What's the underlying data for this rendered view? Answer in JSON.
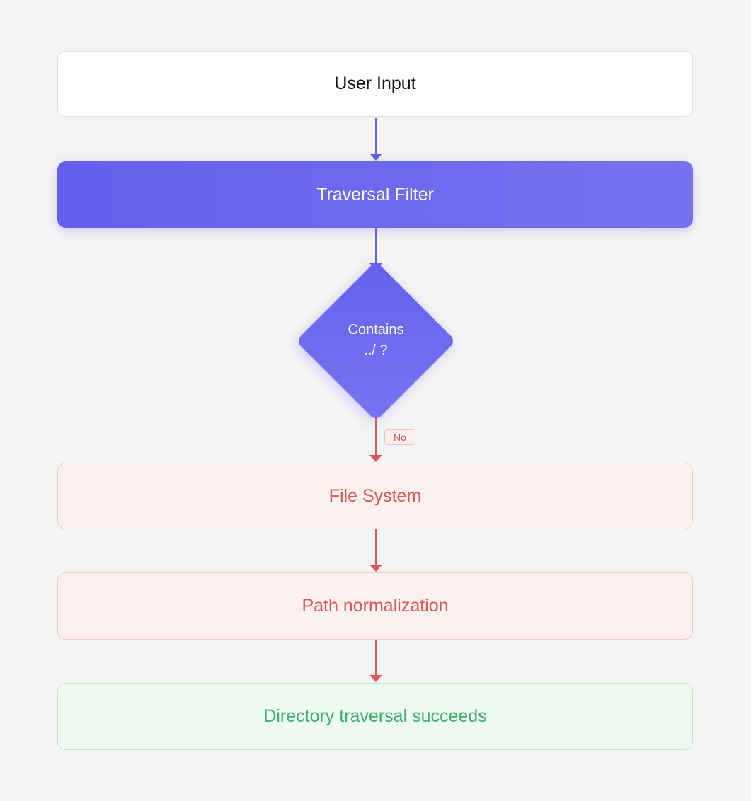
{
  "nodes": {
    "user_input": "User Input",
    "traversal_filter": "Traversal Filter",
    "decision_line1": "Contains",
    "decision_line2": "../ ?",
    "file_system": "File System",
    "path_normalization": "Path normalization",
    "result": "Directory traversal succeeds"
  },
  "edge_labels": {
    "no": "No"
  },
  "colors": {
    "accent": "#6360ee",
    "danger": "#dc5656",
    "success": "#3fae6e",
    "background": "#f4f4f4"
  }
}
